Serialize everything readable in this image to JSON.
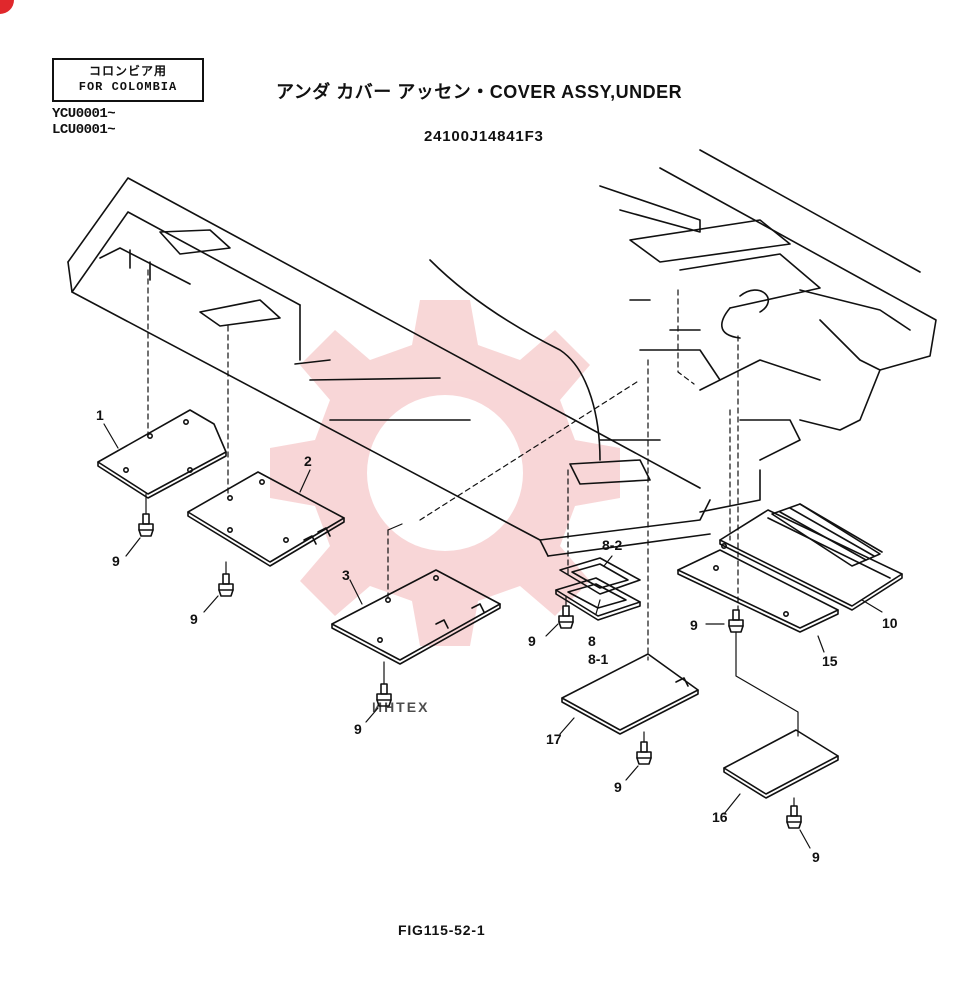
{
  "header": {
    "region_label_jp": "コロンビア用",
    "region_label_en": "FOR COLOMBIA",
    "serial_1": "YCU0001~",
    "serial_2": "LCU0001~",
    "title": "アンダ カバー アッセン・COVER ASSY,UNDER",
    "part_number": "24100J14841F3"
  },
  "watermark": {
    "text": "ИНТЕХ",
    "color": "#f2b9bb"
  },
  "callouts": {
    "c1": "1",
    "c2": "2",
    "c3": "3",
    "c8": "8",
    "c8_1": "8-1",
    "c8_2": "8-2",
    "c9": "9",
    "c10": "10",
    "c15": "15",
    "c16": "16",
    "c17": "17"
  },
  "footer": {
    "figure_id": "FIG115-52-1"
  },
  "colors": {
    "line": "#111111",
    "accent": "#e0282c"
  }
}
